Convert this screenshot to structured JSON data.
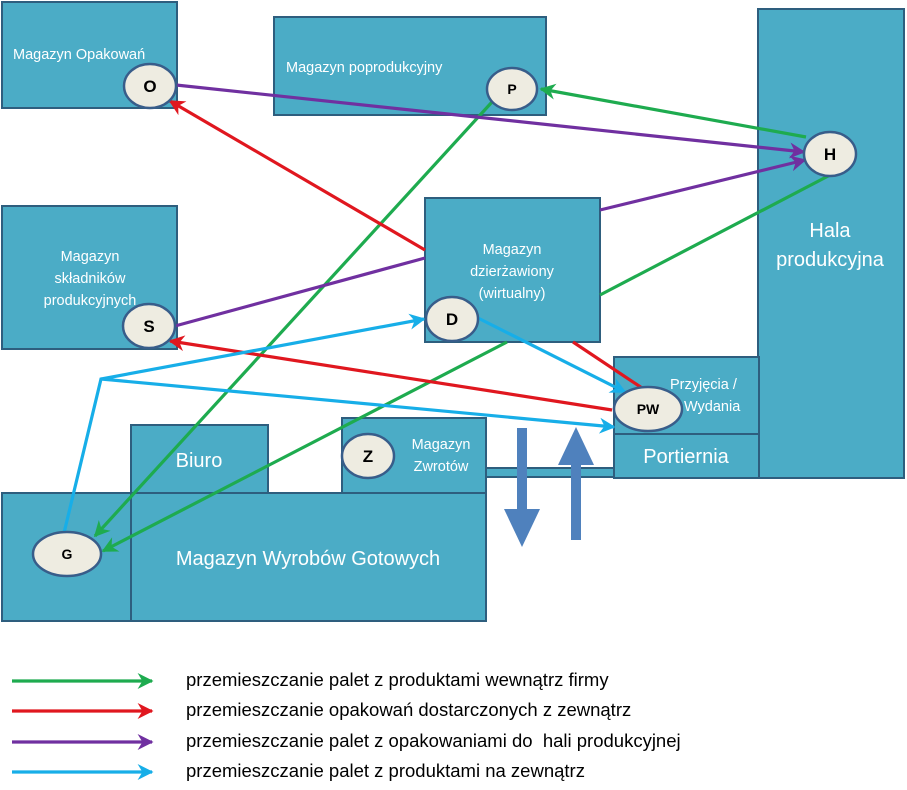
{
  "colors": {
    "green": "#1EAB4F",
    "red": "#E0171F",
    "purple": "#7030A0",
    "cyan": "#17AEE8",
    "box": "#4BACC6",
    "node": "#EEECE1",
    "bigArrow": "#4F81BD"
  },
  "boxes": {
    "opakowan": [
      "Magazyn Opakowań"
    ],
    "poprodukcyjny": [
      "Magazyn poprodukcyjny"
    ],
    "hala": [
      "Hala",
      "produkcyjna"
    ],
    "skladnikow": [
      "Magazyn",
      "składników",
      "produkcyjnych"
    ],
    "dzierzawiony": [
      "Magazyn",
      "dzierżawiony",
      "(wirtualny)"
    ],
    "przyjecia": [
      "Przyjęcia /",
      "Wydania"
    ],
    "portiernia": [
      "Portiernia"
    ],
    "biuro": [
      "Biuro"
    ],
    "zwrotow": [
      "Magazyn",
      "Zwrotów"
    ],
    "wyrobow": [
      "Magazyn Wyrobów Gotowych"
    ]
  },
  "nodes": {
    "O": "O",
    "P": "P",
    "H": "H",
    "S": "S",
    "D": "D",
    "PW": "PW",
    "Z": "Z",
    "G": "G"
  },
  "legend": [
    {
      "color": "green",
      "label": "przemieszczanie palet z produktami wewnątrz firmy"
    },
    {
      "color": "red",
      "label": "przemieszczanie opakowań dostarczonych z zewnątrz"
    },
    {
      "color": "purple",
      "label": "przemieszczanie palet z opakowaniami do  hali produkcyjnej"
    },
    {
      "color": "cyan",
      "label": "przemieszczanie palet z produktami na zewnątrz"
    }
  ]
}
